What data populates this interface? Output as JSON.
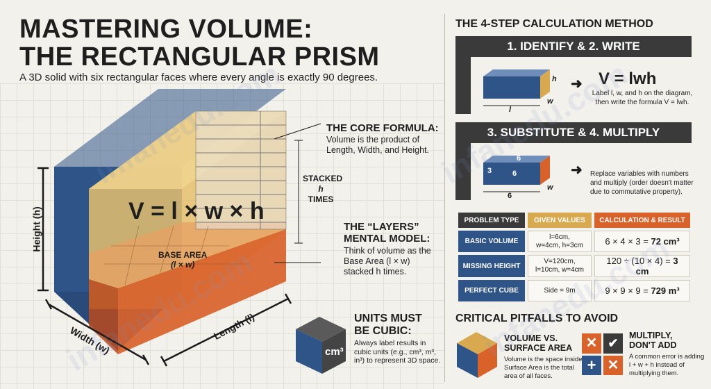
{
  "header": {
    "title_line1": "MASTERING VOLUME:",
    "title_line2": "THE RECTANGULAR PRISM",
    "subtitle": "A 3D solid with six rectangular faces where every angle is exactly 90 degrees."
  },
  "diagram": {
    "formula": "V = l × w × h",
    "base_area_line1": "BASE AREA",
    "base_area_line2": "(l × w)",
    "height_label": "Height (h)",
    "width_label": "Width (w)",
    "length_label": "Length (l)",
    "stacked_line1": "STACKED",
    "stacked_line2": "h",
    "stacked_line3": "TIMES"
  },
  "core_formula": {
    "title": "THE CORE FORMULA:",
    "text_line1": "Volume is the product of",
    "text_line2": "Length, Width, and Height."
  },
  "layers": {
    "title_line1": "THE “LAYERS”",
    "title_line2": "MENTAL MODEL:",
    "text_line1": "Think of volume as the",
    "text_line2": "Base Area (l × w)",
    "text_line3": "stacked h times."
  },
  "units": {
    "cube_label": "cm³",
    "title_line1": "UNITS MUST",
    "title_line2": "BE CUBIC:",
    "text_line1": "Always label results in",
    "text_line2": "cubic units (e.g., cm³, m³,",
    "text_line3": "in³) to represent 3D space."
  },
  "method": {
    "heading": "THE 4-STEP CALCULATION METHOD",
    "step1_label": "1. IDENTIFY & 2. WRITE",
    "step1_formula": "V = lwh",
    "step1_note_line1": "Label l, w, and h on the diagram,",
    "step1_note_line2": "then write the formula V = lwh.",
    "step1_dims": {
      "h": "h",
      "w": "w",
      "l": "l"
    },
    "step2_label": "3. SUBSTITUTE & 4. MULTIPLY",
    "step2_note_line1": "Replace variables with numbers",
    "step2_note_line2": "and multiply (order doesn't matter",
    "step2_note_line3": "due to commutative property).",
    "step2_dims": {
      "top": "6",
      "left": "3",
      "front": "6",
      "bottom": "6",
      "w": "w"
    }
  },
  "table": {
    "headers": [
      "PROBLEM TYPE",
      "GIVEN VALUES",
      "CALCULATION & RESULT"
    ],
    "rows": [
      {
        "type": "BASIC VOLUME",
        "given_line1": "l=6cm,",
        "given_line2": "w=4cm, h=3cm",
        "calc": "6 × 4 × 3 = ",
        "result": "72 cm³"
      },
      {
        "type": "MISSING HEIGHT",
        "given_line1": "V=120cm,",
        "given_line2": "l=10cm, w=4cm",
        "calc": "120 ÷ (10 × 4) = ",
        "result": "3 cm"
      },
      {
        "type": "PERFECT CUBE",
        "given_line1": "Side = 9m",
        "given_line2": "",
        "calc": "9 × 9 × 9 = ",
        "result": "729 m³"
      }
    ]
  },
  "pitfalls": {
    "heading": "CRITICAL PITFALLS TO AVOID",
    "p1_title_line1": "VOLUME VS.",
    "p1_title_line2": "SURFACE AREA",
    "p1_text_line1": "Volume is the space inside;",
    "p1_text_line2": "Surface Area is the total",
    "p1_text_line3": "area of all faces.",
    "p2_title_line1": "MULTIPLY,",
    "p2_title_line2": "DON'T ADD",
    "p2_text_line1": "A common error is adding",
    "p2_text_line2": "l + w + h instead of",
    "p2_text_line3": "multiplying them."
  },
  "watermark": "infanedu.com",
  "colors": {
    "blue": "#2f5487",
    "gold": "#d8a94f",
    "orange": "#d9622b",
    "dark": "#3a3a3a",
    "green": "#4a8f5a"
  }
}
